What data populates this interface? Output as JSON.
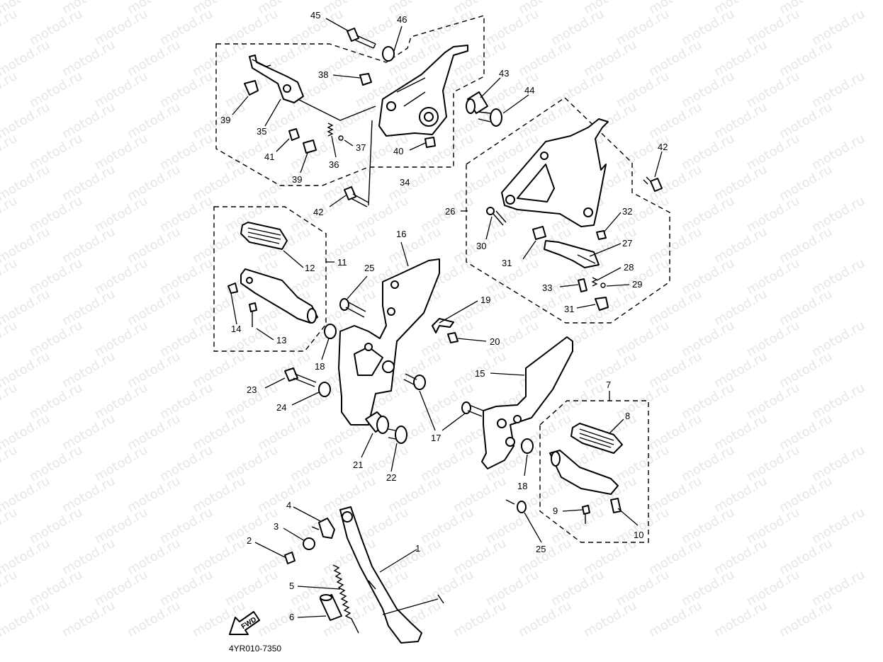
{
  "diagram": {
    "watermark": "motod.ru",
    "drawing_code": "4YR010-7350",
    "fwd_label": "FWD",
    "callouts": {
      "c45": "45",
      "c46": "46",
      "c38": "38",
      "c43": "43",
      "c44": "44",
      "c39a": "39",
      "c35": "35",
      "c41": "41",
      "c39b": "39",
      "c36": "36",
      "c37": "37",
      "c40": "40",
      "c34": "34",
      "c42a": "42",
      "c42b": "42",
      "c26": "26",
      "c32": "32",
      "c30": "30",
      "c31a": "31",
      "c27": "27",
      "c28": "28",
      "c29": "29",
      "c33": "33",
      "c31b": "31",
      "c11": "11",
      "c12": "12",
      "c14": "14",
      "c13": "13",
      "c25a": "25",
      "c16": "16",
      "c19": "19",
      "c20": "20",
      "c18a": "18",
      "c23": "23",
      "c24": "24",
      "c15": "15",
      "c17": "17",
      "c21": "21",
      "c22": "22",
      "c7": "7",
      "c8": "8",
      "c18b": "18",
      "c9": "9",
      "c10": "10",
      "c25b": "25",
      "c4": "4",
      "c3": "3",
      "c2": "2",
      "c1": "1",
      "c5": "5",
      "c6": "6"
    }
  }
}
